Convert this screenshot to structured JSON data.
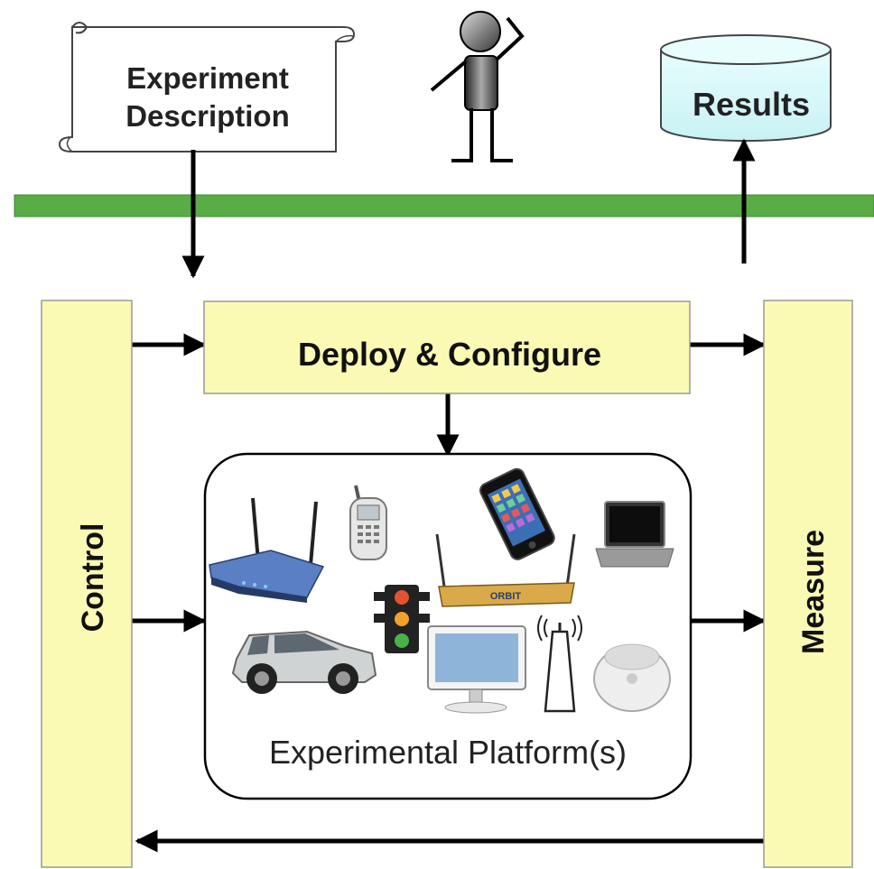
{
  "scroll": {
    "line1": "Experiment",
    "line2": "Description"
  },
  "results": {
    "label": "Results"
  },
  "control": {
    "label": "Control"
  },
  "measure": {
    "label": "Measure"
  },
  "deploy": {
    "label": "Deploy & Configure"
  },
  "platform": {
    "label": "Experimental Platform(s)",
    "orbit_logo": "ORBIT"
  },
  "colors": {
    "bus_green": "#5aac46",
    "box_yellow": "#fafab4",
    "cylinder_cyan": "#d6fbfb",
    "arrow_black": "#000000"
  },
  "icons": [
    "experimenter-icon",
    "wireless-router-icon",
    "cell-phone-icon",
    "smartphone-icon",
    "laptop-icon",
    "orbit-node-icon",
    "traffic-light-icon",
    "suv-car-icon",
    "desktop-monitor-icon",
    "antenna-tower-icon",
    "sensor-node-icon"
  ]
}
